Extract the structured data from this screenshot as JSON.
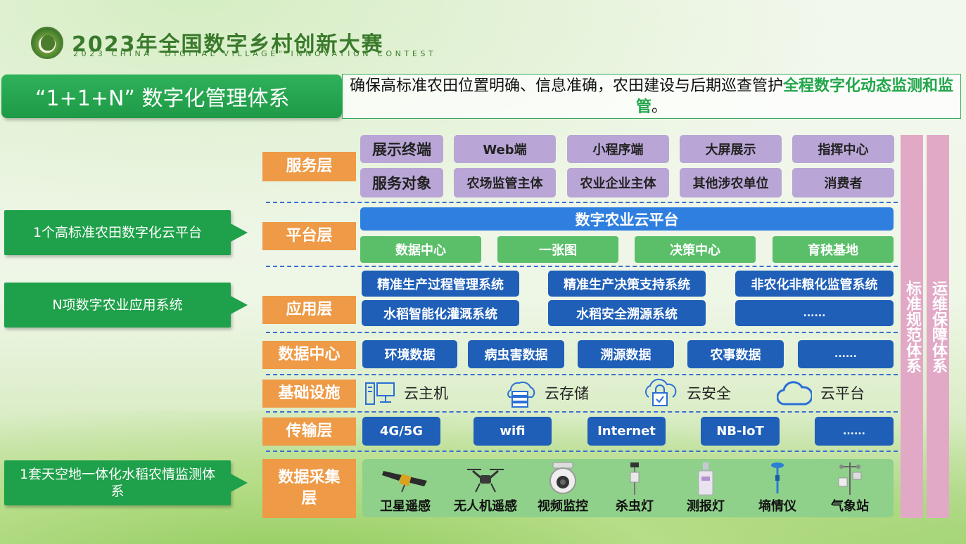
{
  "header": {
    "title": "2023年全国数字乡村创新大赛",
    "subtitle": "2023 CHINA \"DIGITAL VILLAGE\" INNOVATION CONTEST"
  },
  "banner": {
    "title": "“1+1+N” 数字化管理体系"
  },
  "description": {
    "text": "确保高标准农田位置明确、信息准确，农田建设与后期巡查管护",
    "highlight": "全程数字化动态监测和监管",
    "end": "。"
  },
  "left_items": [
    "1个高标准农田数字化云平台",
    "N项数字农业应用系统",
    "1套天空地一体化水稻农情监测体系"
  ],
  "layers": {
    "service": "服务层",
    "platform": "平台层",
    "application": "应用层",
    "data_center": "数据中心",
    "infrastructure": "基础设施",
    "transport": "传输层",
    "collection": "数据采集层"
  },
  "service": {
    "terminals_label": "展示终端",
    "terminals": [
      "Web端",
      "小程序端",
      "大屏展示",
      "指挥中心"
    ],
    "targets_label": "服务对象",
    "targets": [
      "农场监管主体",
      "农业企业主体",
      "其他涉农单位",
      "消费者"
    ]
  },
  "platform": {
    "main": "数字农业云平台",
    "modules": [
      "数据中心",
      "一张图",
      "决策中心",
      "育秧基地"
    ]
  },
  "application": {
    "systems": [
      "精准生产过程管理系统",
      "精准生产决策支持系统",
      "非农化非粮化监管系统",
      "水稻智能化灌溉系统",
      "水稻安全溯源系统",
      "......"
    ]
  },
  "data_center": {
    "items": [
      "环境数据",
      "病虫害数据",
      "溯源数据",
      "农事数据",
      "......"
    ]
  },
  "infrastructure": {
    "items": [
      {
        "label": "云主机",
        "icon": "server-icon"
      },
      {
        "label": "云存储",
        "icon": "cloud-storage-icon"
      },
      {
        "label": "云安全",
        "icon": "cloud-security-icon"
      },
      {
        "label": "云平台",
        "icon": "cloud-icon"
      }
    ]
  },
  "transport": {
    "items": [
      "4G/5G",
      "wifi",
      "Internet",
      "NB-IoT",
      "......"
    ]
  },
  "collection": {
    "devices": [
      {
        "label": "卫星遥感",
        "icon": "satellite-icon"
      },
      {
        "label": "无人机遥感",
        "icon": "drone-icon"
      },
      {
        "label": "视频监控",
        "icon": "camera-icon"
      },
      {
        "label": "杀虫灯",
        "icon": "insect-lamp-icon"
      },
      {
        "label": "测报灯",
        "icon": "forecast-lamp-icon"
      },
      {
        "label": "墒情仪",
        "icon": "soil-sensor-icon"
      },
      {
        "label": "气象站",
        "icon": "weather-station-icon"
      }
    ]
  },
  "side_bars": [
    "标准规范体系",
    "运维保障体系"
  ],
  "colors": {
    "green": "#1fa04a",
    "orange": "#ee9a46",
    "purple": "#b9a6d6",
    "blue": "#1f5fb8",
    "pink": "#e1a9c6"
  }
}
